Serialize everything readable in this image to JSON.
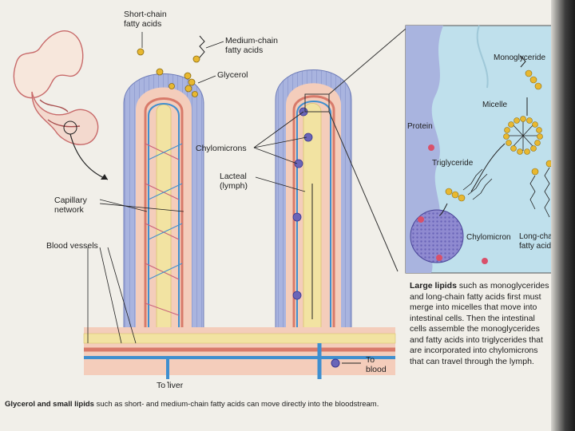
{
  "labels": {
    "short_chain": "Short-chain\nfatty acids",
    "medium_chain": "Medium-chain\nfatty acids",
    "glycerol": "Glycerol",
    "chylomicrons": "Chylomicrons",
    "lacteal": "Lacteal\n(lymph)",
    "capillary_network": "Capillary\nnetwork",
    "blood_vessels": "Blood vessels",
    "to_liver": "To liver",
    "to_blood": "To\nblood"
  },
  "inset": {
    "monoglyceride": "Monoglyceride",
    "micelle": "Micelle",
    "protein": "Protein",
    "triglyceride": "Triglyceride",
    "chylomicron": "Chylomicron",
    "long_chain": "Long-chain\nfatty acids"
  },
  "caption_large": {
    "bold": "Large lipids",
    "text": " such as monoglycerides and long-chain fatty acids first must merge into micelles that move into intestinal cells. Then the intestinal cells assemble the monoglycerides and fatty acids into triglycerides that are incorporated into chylomicrons that can travel through the lymph."
  },
  "caption_bottom": {
    "bold": "Glycerol and small lipids",
    "text": " such as short- and medium-chain fatty acids can move directly into the bloodstream."
  },
  "colors": {
    "epithelium": "#a9b4df",
    "villus_core": "#f4cdbb",
    "lacteal": "#f2e3a2",
    "blood_red": "#d87a6a",
    "blood_blue": "#3f8fcf",
    "fat_globule": "#e8b830",
    "inset_bg": "#bfe0ec"
  }
}
